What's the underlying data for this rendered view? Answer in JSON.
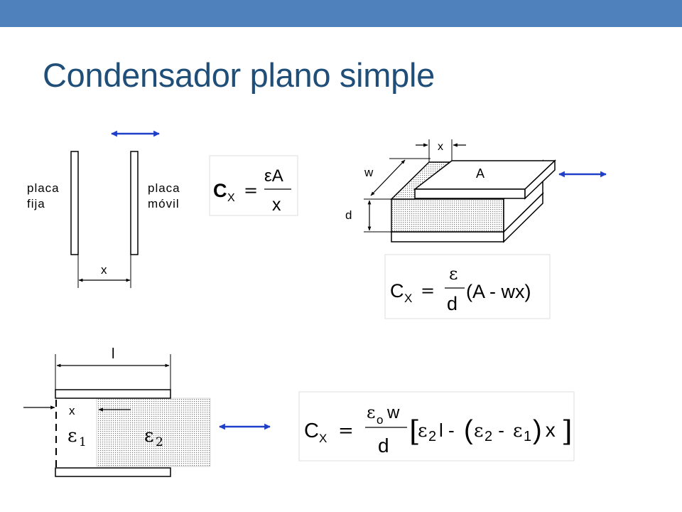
{
  "header": {
    "title": "Condensador plano simple"
  },
  "colors": {
    "bar": "#4f81bd",
    "title": "#1f4e79",
    "arrow": "#1f3fc8",
    "line": "#000000",
    "box": "#dddddd",
    "dot": "#6a6a6a"
  },
  "fig1": {
    "left_plate_label_1": "placa",
    "left_plate_label_2": "fija",
    "right_plate_label_1": "placa",
    "right_plate_label_2": "móvil",
    "gap_label": "x"
  },
  "eq1": {
    "lhs": "C",
    "lhs_sub": "X",
    "eq_sign": "=",
    "num": "εA",
    "den": "x"
  },
  "fig2": {
    "x_label": "x",
    "w_label": "w",
    "area_label": "A",
    "d_label": "d"
  },
  "eq2": {
    "lhs": "C",
    "lhs_sub": "X",
    "eq_sign": "=",
    "num": "ε",
    "den": "d",
    "bracket": "(A - wx)"
  },
  "fig3": {
    "length_label": "l",
    "x_label": "x",
    "eps1": "ε",
    "eps1_sub": "1",
    "eps2": "ε",
    "eps2_sub": "2"
  },
  "eq3": {
    "lhs": "C",
    "lhs_sub": "X",
    "eq_sign": "=",
    "num_eps": "ε",
    "num_sub": "o",
    "num_w": "w",
    "den": "d",
    "t_open": "[",
    "t_eps2": "ε",
    "t_eps2_sub": "2",
    "t_l": "l - ",
    "t_paren_open": "(",
    "t_eps2b": "ε",
    "t_eps2b_sub": "2",
    "t_minus": " - ",
    "t_eps1": "ε",
    "t_eps1_sub": "1",
    "t_paren_close": ")",
    "t_x": " x",
    "t_close": "]"
  }
}
